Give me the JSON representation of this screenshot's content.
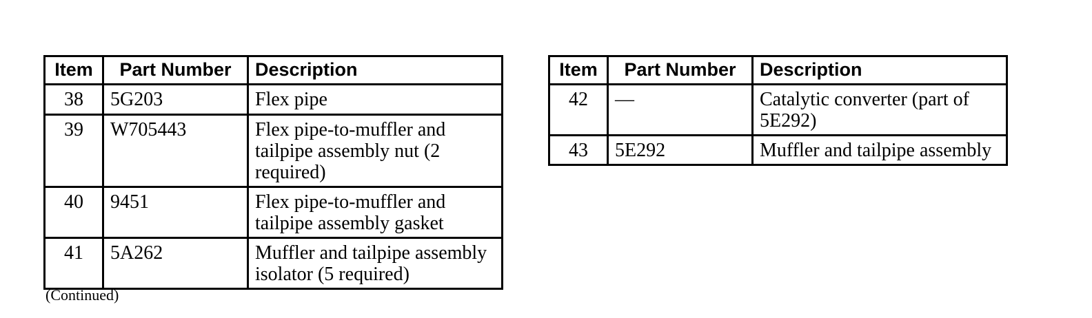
{
  "colors": {
    "background": "#ffffff",
    "border": "#000000",
    "text": "#000000"
  },
  "tables": [
    {
      "name": "parts-table-items-38-41",
      "headers": [
        "Item",
        "Part Number",
        "Description"
      ],
      "rows": [
        {
          "item": "38",
          "part_number": "5G203",
          "description": "Flex pipe"
        },
        {
          "item": "39",
          "part_number": "W705443",
          "description": "Flex pipe-to-muffler and tailpipe assembly nut (2 required)"
        },
        {
          "item": "40",
          "part_number": "9451",
          "description": "Flex pipe-to-muffler and tailpipe assembly gasket"
        },
        {
          "item": "41",
          "part_number": "5A262",
          "description": "Muffler and tailpipe assembly isolator (5 required)"
        }
      ],
      "footnote": "(Continued)"
    },
    {
      "name": "parts-table-items-42-43",
      "headers": [
        "Item",
        "Part Number",
        "Description"
      ],
      "rows": [
        {
          "item": "42",
          "part_number": "—",
          "description": "Catalytic converter (part of 5E292)"
        },
        {
          "item": "43",
          "part_number": "5E292",
          "description": "Muffler and tailpipe assembly"
        }
      ]
    }
  ]
}
